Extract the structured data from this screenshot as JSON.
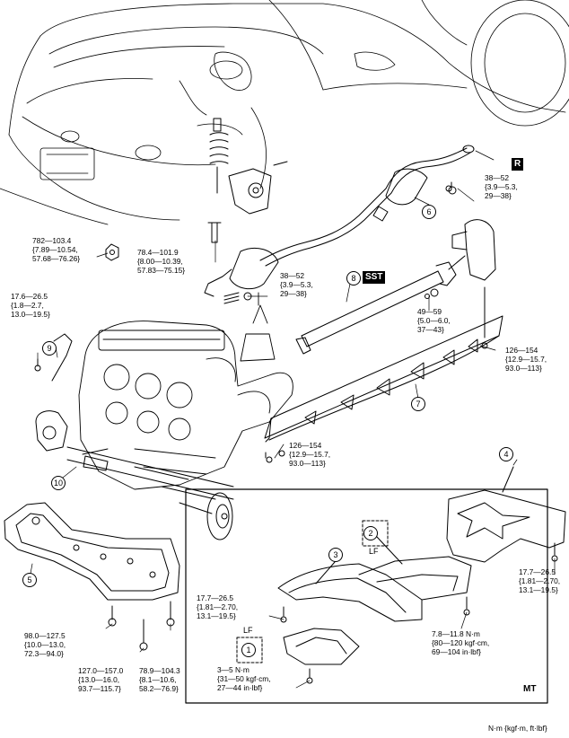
{
  "callouts": {
    "c1": "1",
    "c2": "2",
    "c3": "3",
    "c4": "4",
    "c5": "5",
    "c6": "6",
    "c7": "7",
    "c8": "8",
    "c9": "9",
    "c10": "10"
  },
  "tags": {
    "r": "R",
    "sst": "SST"
  },
  "inset": {
    "lf_top": "LF",
    "lf_bottom": "LF",
    "mt": "MT"
  },
  "torques": {
    "exhaust_rear": "38—52\n{3.9—5.3,\n29—38}",
    "subframe_lf": "782—103.4\n{7.89—10.54,\n57.68—76.26}",
    "shock_mount": "78.4—101.9\n{8.00—10.39,\n57.83—75.15}",
    "exhaust_front": "38—52\n{3.9—5.3,\n29—38}",
    "steering_joint": "17.6—26.5\n{1.8—2.7,\n13.0—19.5}",
    "prop_shaft": "49—59\n{5.0—6.0,\n37—43}",
    "ppf_rear": "126—154\n{12.9—15.7,\n93.0—113}",
    "ppf_front": "126—154\n{12.9—15.7,\n93.0—113}",
    "undercover_rear": "17.7—26.5\n{1.81—2.70,\n13.1—19.5}",
    "inset_left": "17.7—26.5\n{1.81—2.70,\n13.1—19.5}",
    "inset_right": "7.8—11.8 N·m\n{80—120 kgf·cm,\n69—104 in·lbf}",
    "inset_bottom": "3—5 N·m\n{31—50 kgf·cm,\n27—44 in·lbf}",
    "crossmember_a": "98.0—127.5\n{10.0—13.0,\n72.3—94.0}",
    "crossmember_b": "127.0—157.0\n{13.0—16.0,\n93.7—115.7}",
    "crossmember_c": "78.9—104.3\n{8.1—10.6,\n58.2—76.9}"
  },
  "units_note": "N·m {kgf·m,  ft·lbf}"
}
